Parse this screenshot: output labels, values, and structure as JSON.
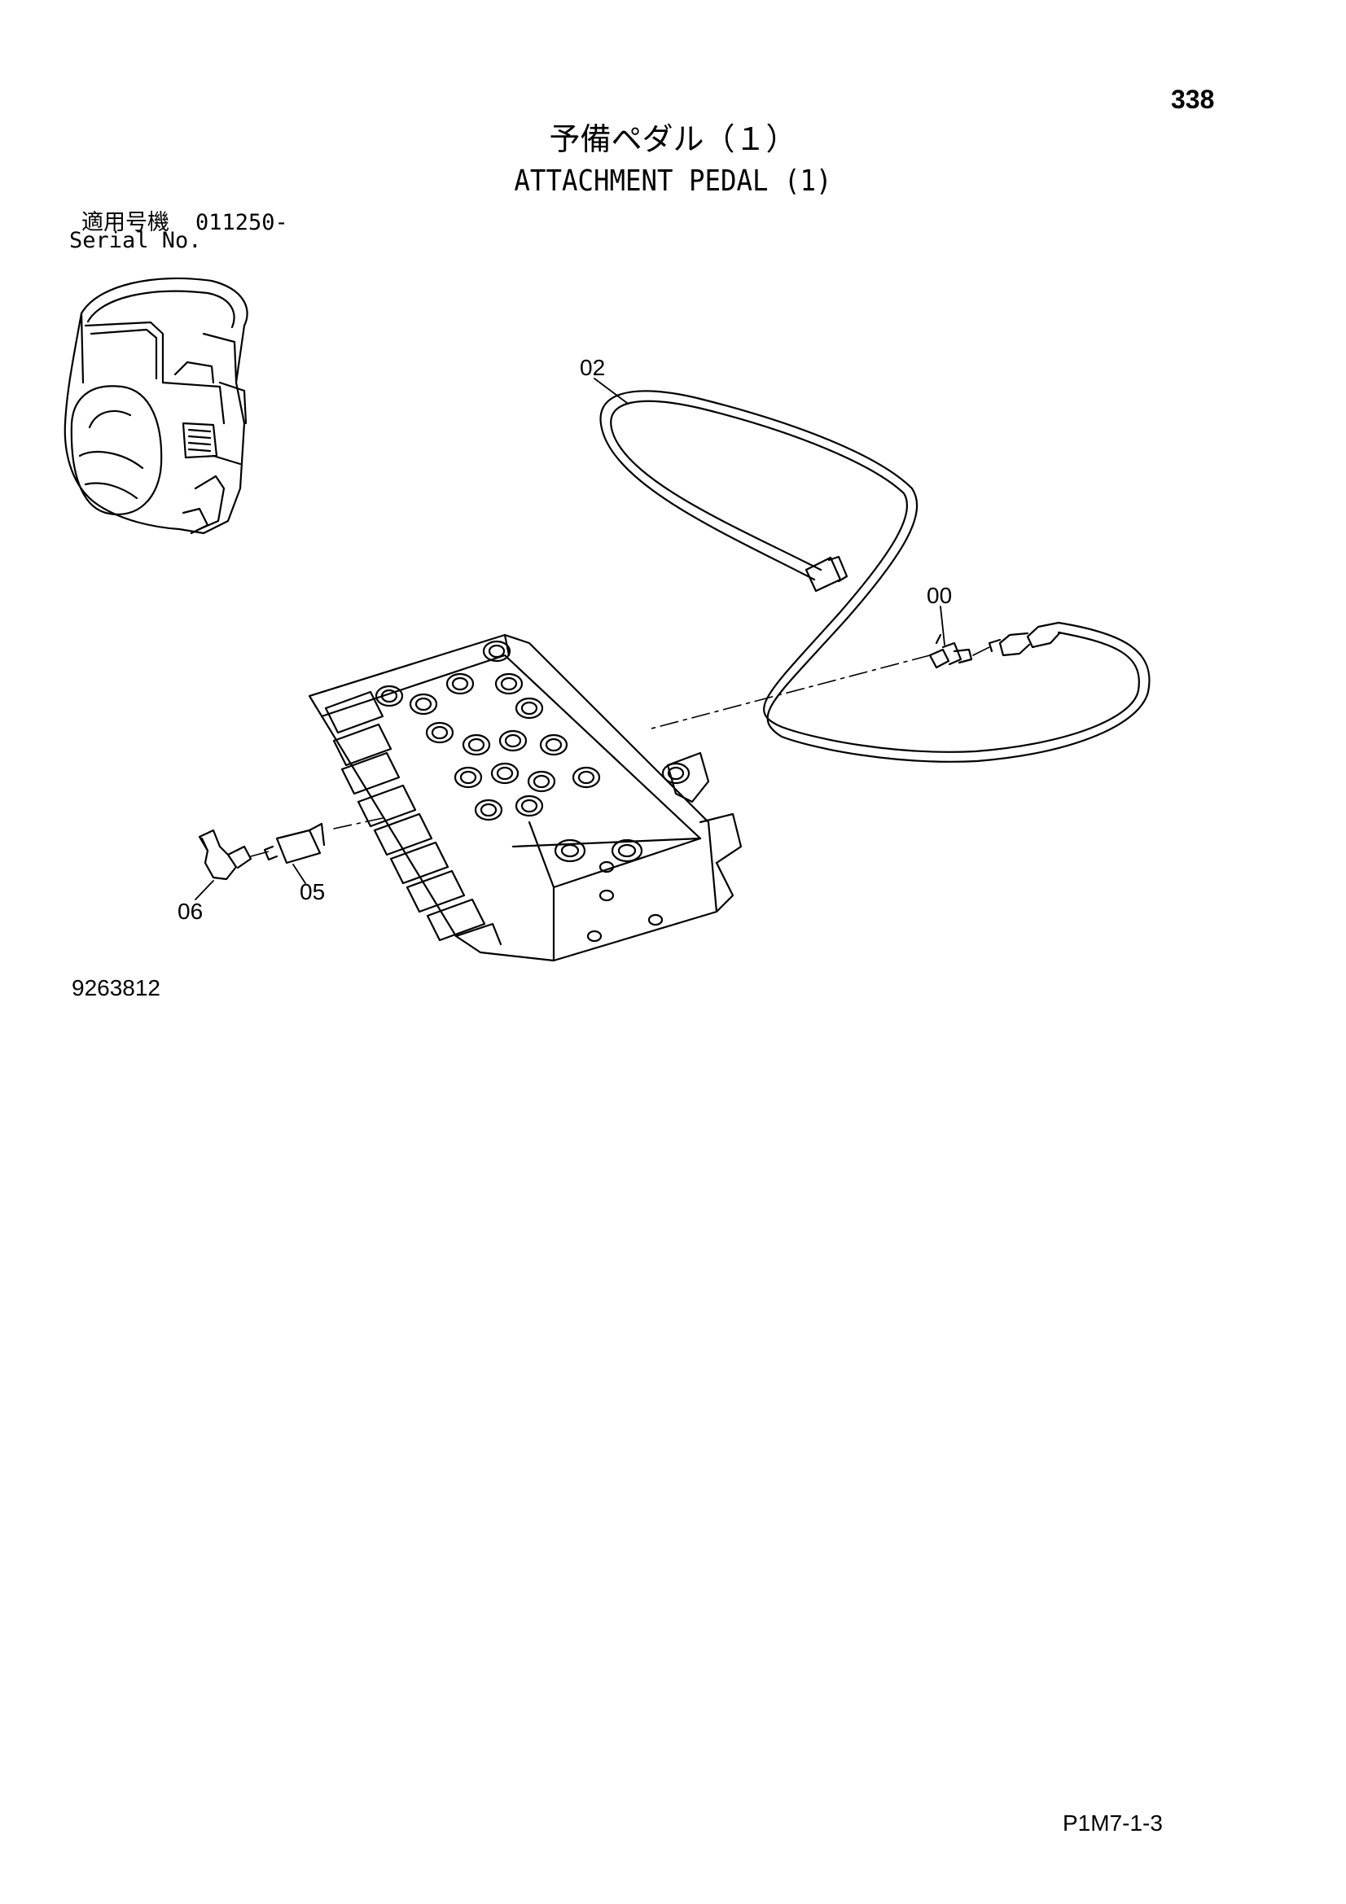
{
  "header": {
    "page_number": "338",
    "title_jp": "予備ペダル（１）",
    "title_en": "ATTACHMENT PEDAL (1)"
  },
  "serial": {
    "label_jp": "適用号機",
    "range": "011250-",
    "label_en": "Serial No."
  },
  "callouts": {
    "hose": "02",
    "adapter": "00",
    "connector": "05",
    "elbow": "06"
  },
  "footer": {
    "figure_number": "9263812",
    "page_code": "P1M7-1-3"
  }
}
